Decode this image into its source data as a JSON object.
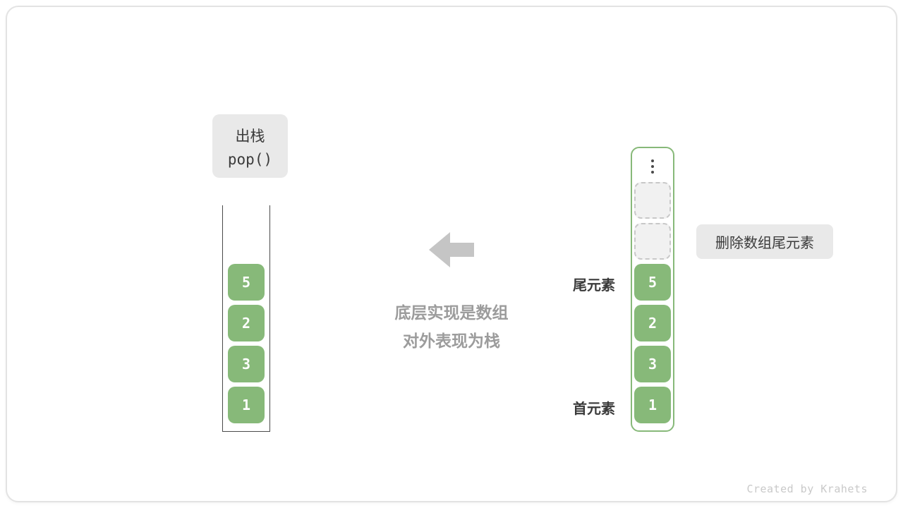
{
  "colors": {
    "green": "#87b979",
    "label_bg": "#e9e9e9",
    "arrow_gray": "#c5c5c5",
    "muted_text": "#9c9c9c",
    "dark_text": "#3a3a3a",
    "credit_gray": "#c9c9c9"
  },
  "pop_label": {
    "title": "出栈",
    "code": "pop()"
  },
  "left_stack": {
    "cells": [
      "5",
      "2",
      "3",
      "1"
    ]
  },
  "center_note": {
    "line1": "底层实现是数组",
    "line2": "对外表现为栈"
  },
  "right_stack": {
    "cells": [
      "5",
      "2",
      "3",
      "1"
    ],
    "empty_slot_count": 2
  },
  "labels": {
    "tail": "尾元素",
    "head": "首元素",
    "delete_note": "删除数组尾元素"
  },
  "footer": {
    "credit": "Created by Krahets"
  }
}
